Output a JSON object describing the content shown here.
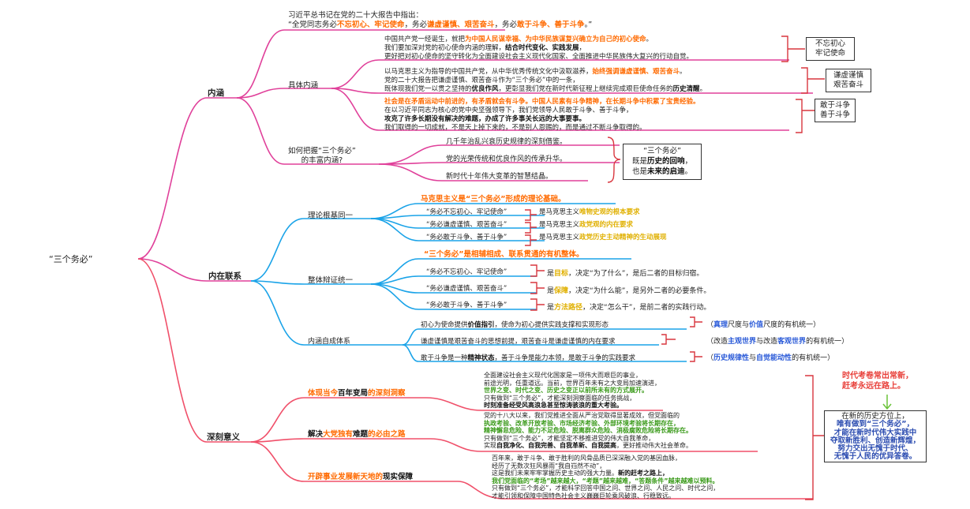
{
  "root": "“三个务必”",
  "branches": {
    "neihan": "内涵",
    "neizai": "内在联系",
    "shenke": "深刻意义"
  },
  "neihan": {
    "quote": [
      [
        {
          "t": "习近平总书记在党的二十大报告中指出：",
          "c": "n"
        }
      ],
      [
        {
          "t": "“全党同志务必",
          "c": "n"
        },
        {
          "t": "不忘初心、牢记使命",
          "c": "o"
        },
        {
          "t": "，务必",
          "c": "n"
        },
        {
          "t": "谦虚谨慎、艰苦奋斗",
          "c": "o"
        },
        {
          "t": "，务必",
          "c": "n"
        },
        {
          "t": "敢于斗争、善于斗争",
          "c": "o"
        },
        {
          "t": "。”",
          "c": "n"
        }
      ]
    ],
    "specific_label": "具体内涵",
    "block1": [
      [
        {
          "t": "中国共产党一经诞生，就把",
          "c": "n"
        },
        {
          "t": "为中国人民谋幸福、为中华民族谋复兴确立为自己的初心使命",
          "c": "o"
        },
        {
          "t": "。",
          "c": "n"
        }
      ],
      [
        {
          "t": "我们要加深对党的初心使命内涵的理解，",
          "c": "n"
        },
        {
          "t": "结合时代变化、实践发展",
          "c": "b"
        },
        {
          "t": "，",
          "c": "n"
        }
      ],
      [
        {
          "t": "更好把对初心使命的坚守转化为全面建设社会主义现代化国家、全面推进中华民族伟大复兴的行动自觉。",
          "c": "n"
        }
      ]
    ],
    "block2": [
      [
        {
          "t": "以马克思主义为指导的中国共产党，从中华优秀传统文化中汲取滋养，",
          "c": "n"
        },
        {
          "t": "始终强调谦虚谨慎、艰苦奋斗",
          "c": "o"
        },
        {
          "t": "。",
          "c": "n"
        }
      ],
      [
        {
          "t": "党的二十大报告把谦虚谨慎、艰苦奋斗作为“三个务必”中的一条，",
          "c": "n"
        }
      ],
      [
        {
          "t": "既体现我们党一以贯之坚持的",
          "c": "n"
        },
        {
          "t": "优良作风",
          "c": "b"
        },
        {
          "t": "，更彰显我们党在新时代新征程上继续完成艰巨使命任务的",
          "c": "n"
        },
        {
          "t": "历史清醒",
          "c": "b"
        },
        {
          "t": "。",
          "c": "n"
        }
      ]
    ],
    "block3": [
      [
        {
          "t": "社会是在矛盾运动中前进的，有矛盾就会有斗争。中国人民素有斗争精神，在长期斗争中积累了宝贵经验。",
          "c": "o"
        }
      ],
      [
        {
          "t": "在以习近平同志为核心的党中央坚强领导下，我们党领导人民敢于斗争、善于斗争，",
          "c": "n"
        }
      ],
      [
        {
          "t": "攻克了许多长期没有解决的难题，办成了许多事关长远的大事要事。",
          "c": "b"
        }
      ],
      [
        {
          "t": "我们取得的一切成就，不是天上掉下来的，不是别人恩赐的，而是通过不断斗争取得的。",
          "c": "n"
        }
      ]
    ],
    "box1": [
      "不忘初心",
      "牢记使命"
    ],
    "box2": [
      "谦虚谨慎",
      "艰苦奋斗"
    ],
    "box3": [
      "敢于斗争",
      "善于斗争"
    ],
    "grasp_label": [
      "如何把握“三个务必”",
      "的丰富内涵?"
    ],
    "grasp_items": [
      "几千年治乱兴衰历史规律的深刻借鉴。",
      "党的光荣传统和优良作风的传承升华。",
      "新时代十年伟大变革的智慧结晶。"
    ],
    "grasp_box": [
      [
        {
          "t": "“三个务必”",
          "c": "n"
        }
      ],
      [
        {
          "t": "既是",
          "c": "n"
        },
        {
          "t": "历史的回响",
          "c": "b"
        },
        {
          "t": "，",
          "c": "n"
        }
      ],
      [
        {
          "t": "也是",
          "c": "n"
        },
        {
          "t": "未来的启迪",
          "c": "b"
        },
        {
          "t": "。",
          "c": "n"
        }
      ]
    ]
  },
  "neizai": {
    "theory_label": "理论根基同一",
    "theory_header": "马克思主义是“三个务必”形成的理论基础。",
    "theory_items": [
      "“务必不忘初心、牢记使命”",
      "“务必谦虚谨慎、艰苦奋斗”",
      "“务必敢于斗争、善于斗争”"
    ],
    "theory_right": [
      [
        {
          "t": "是马克思主义",
          "c": "n"
        },
        {
          "t": "唯物史观的根本要求",
          "c": "y"
        }
      ],
      [
        {
          "t": "是马克思主义",
          "c": "n"
        },
        {
          "t": "政党观的内在要求",
          "c": "y"
        }
      ],
      [
        {
          "t": "是马克思主义",
          "c": "n"
        },
        {
          "t": "政党历史主动精神的生动展现",
          "c": "y"
        }
      ]
    ],
    "whole_label": "整体辩证统一",
    "whole_header": "“三个务必”是相辅相成、联系贯通的有机整体。",
    "whole_items": [
      "“务必不忘初心、牢记使命”",
      "“务必谦虚谨慎、艰苦奋斗”",
      "“务必敢于斗争、善于斗争”"
    ],
    "whole_right": [
      [
        {
          "t": "是",
          "c": "n"
        },
        {
          "t": "目标",
          "c": "y"
        },
        {
          "t": "，决定“为了什么”，是后二者的目标归宿。",
          "c": "n"
        }
      ],
      [
        {
          "t": "是",
          "c": "n"
        },
        {
          "t": "保障",
          "c": "y"
        },
        {
          "t": "，决定“为什么能”，是另外二者的必要条件。",
          "c": "n"
        }
      ],
      [
        {
          "t": "是",
          "c": "n"
        },
        {
          "t": "方法路径",
          "c": "y"
        },
        {
          "t": "，决定“怎么干”，是前二者的实践行动。",
          "c": "n"
        }
      ]
    ],
    "system_label": "内涵自成体系",
    "system_items": [
      [
        {
          "t": "初心为使命提供",
          "c": "n"
        },
        {
          "t": "价值指引",
          "c": "b"
        },
        {
          "t": "，使命为初心提供实践支撑和实现形态",
          "c": "n"
        }
      ],
      [
        {
          "t": "谦虚谨慎是艰苦奋斗的思想前提，艰苦奋斗是谦虚谨慎的内在要求",
          "c": "n"
        }
      ],
      [
        {
          "t": "敢于斗争是一种",
          "c": "n"
        },
        {
          "t": "精神状态",
          "c": "b"
        },
        {
          "t": "，善于斗争是能力本领，是敢于斗争的实践要求",
          "c": "n"
        }
      ]
    ],
    "system_right": [
      [
        {
          "t": "（",
          "c": "n"
        },
        {
          "t": "真理",
          "c": "bl"
        },
        {
          "t": "尺度与",
          "c": "n"
        },
        {
          "t": "价值",
          "c": "bl"
        },
        {
          "t": "尺度的有机统一）",
          "c": "n"
        }
      ],
      [
        {
          "t": "（改造",
          "c": "n"
        },
        {
          "t": "主观世界",
          "c": "bl"
        },
        {
          "t": "与改造",
          "c": "n"
        },
        {
          "t": "客观世界",
          "c": "bl"
        },
        {
          "t": "的有机统一）",
          "c": "n"
        }
      ],
      [
        {
          "t": "（",
          "c": "n"
        },
        {
          "t": "历史规律性",
          "c": "bl"
        },
        {
          "t": "与",
          "c": "n"
        },
        {
          "t": "自觉能动性",
          "c": "bl"
        },
        {
          "t": "的有机统一）",
          "c": "n"
        }
      ]
    ]
  },
  "shenke": {
    "item1_label": [
      {
        "t": "体现当今",
        "c": "o"
      },
      {
        "t": "百年变局",
        "c": "b"
      },
      {
        "t": "的深刻洞察",
        "c": "o"
      }
    ],
    "item2_label": [
      {
        "t": "解决",
        "c": "b"
      },
      {
        "t": "大党独有",
        "c": "o"
      },
      {
        "t": "难题",
        "c": "b"
      },
      {
        "t": "的必由之路",
        "c": "o"
      }
    ],
    "item3_label": [
      {
        "t": "开辟事业发展新天地的",
        "c": "o"
      },
      {
        "t": "现实保障",
        "c": "b"
      }
    ],
    "block1": [
      [
        {
          "t": "全面建设社会主义现代化国家是一项伟大而艰巨的事业，",
          "c": "n"
        }
      ],
      [
        {
          "t": "前途光明，任重道远。当前，世界百年未有之大变局加速演进，",
          "c": "n"
        }
      ],
      [
        {
          "t": "世界之变、时代之变、历史之变正以前所未有的方式展开。",
          "c": "g"
        }
      ],
      [
        {
          "t": "只有做到“三个务必”，才能深刻洞察面临的任务挑战，",
          "c": "n"
        }
      ],
      [
        {
          "t": "时刻准备经受风高浪急甚至惊涛骇浪的重大考验。",
          "c": "b"
        }
      ]
    ],
    "block2": [
      [
        {
          "t": "党的十八大以来，我们党推进全面从严治党取得显著成效，但党面临的",
          "c": "n"
        }
      ],
      [
        {
          "t": "执政考验、改革开放考验、市场经济考验、外部环境考验将长期存在，",
          "c": "g"
        }
      ],
      [
        {
          "t": "精神懈怠危险、能力不足危险、脱离群众危险、消极腐败危险将长期存在。",
          "c": "g"
        }
      ],
      [
        {
          "t": "只有做到“三个务必”，才能坚定不移推进党的伟大自我革命，",
          "c": "n"
        }
      ],
      [
        {
          "t": "实现",
          "c": "n"
        },
        {
          "t": "自我净化、自我完善、自我革新、自我提高",
          "c": "b"
        },
        {
          "t": "，更好推动伟大社会革命。",
          "c": "n"
        }
      ]
    ],
    "block3": [
      [
        {
          "t": "百年来，敢于斗争、敢于胜利的风骨品质已深深融入党的基因血脉，",
          "c": "n"
        }
      ],
      [
        {
          "t": "经历了无数次狂风暴雨“我自岿然不动”，",
          "c": "n"
        }
      ],
      [
        {
          "t": "这是我们未来牢牢掌握历史主动的强大力量。",
          "c": "n"
        },
        {
          "t": "新的赶考之路上，",
          "c": "b"
        }
      ],
      [
        {
          "t": "我们党面临的“考场”越来越大，“考题”越来越难，“答题条件”越来越难以预料。",
          "c": "g"
        }
      ],
      [
        {
          "t": "只有做到“三个务必”，才能科学回答中国之问、世界之问、人民之问、时代之问，",
          "c": "n"
        }
      ],
      [
        {
          "t": "才能引领和保障中国特色社会主义巍巍巨轮乘风破浪、行稳致远。",
          "c": "n"
        }
      ]
    ],
    "note_red": [
      "时代考卷常出常新，",
      "赶考永远在路上。"
    ],
    "note_box": [
      "在新的历史方位上，",
      "唯有做到“三个务必”，",
      "才能在新时代伟大实践中",
      "夺取新胜利、创造新辉煌，",
      "努力交出无愧于时代、",
      "无愧于人民的优异答卷。"
    ]
  },
  "colors": {
    "pink": "#e0409a",
    "blue": "#1aa3e8",
    "red": "#f0506a",
    "bracket": "#d9363e",
    "orange": "#ff6a00"
  }
}
